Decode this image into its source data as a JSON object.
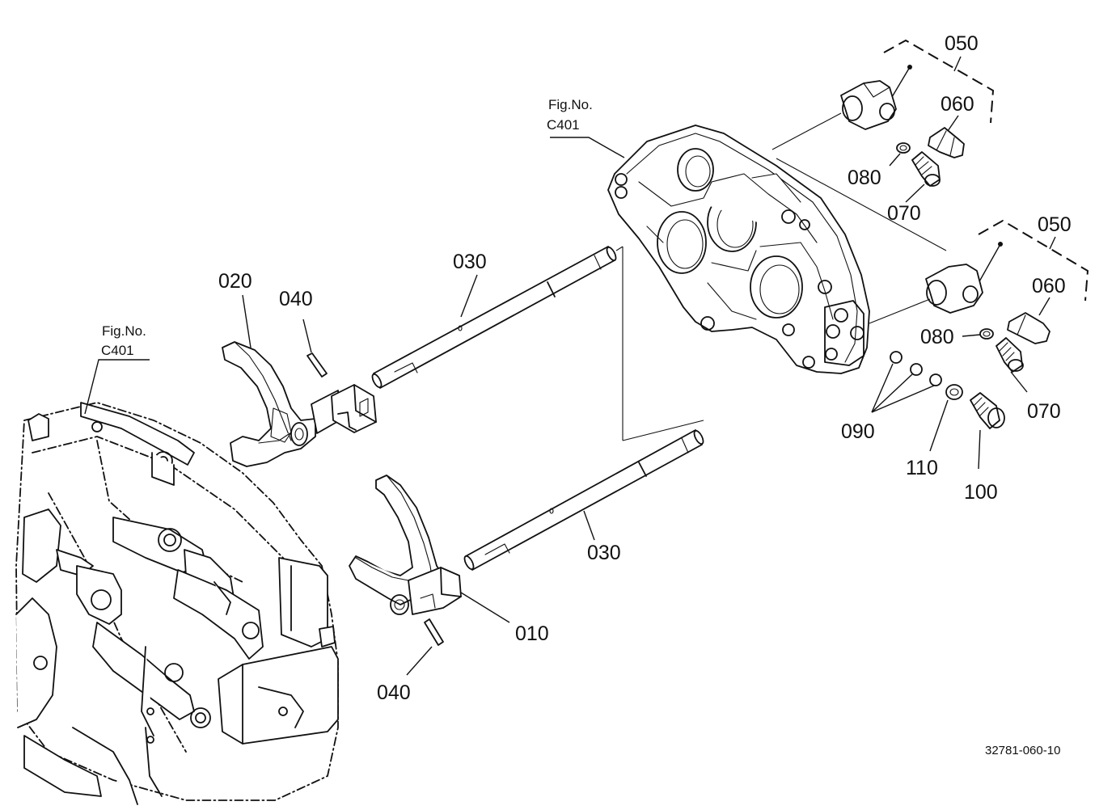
{
  "diagram": {
    "part_labels": {
      "p010": "010",
      "p020": "020",
      "p030_top": "030",
      "p030_bottom": "030",
      "p040_top": "040",
      "p040_bottom": "040",
      "p050_top": "050",
      "p050_bottom": "050",
      "p060_top": "060",
      "p060_bottom": "060",
      "p070_top": "070",
      "p070_bottom": "070",
      "p080_top": "080",
      "p080_bottom": "080",
      "p090": "090",
      "p100": "100",
      "p110": "110"
    },
    "figure_refs": {
      "plate": {
        "line1": "Fig.No.",
        "line2": "C401"
      },
      "case": {
        "line1": "Fig.No.",
        "line2": "C401"
      }
    },
    "drawing_number": "32781-060-10"
  }
}
